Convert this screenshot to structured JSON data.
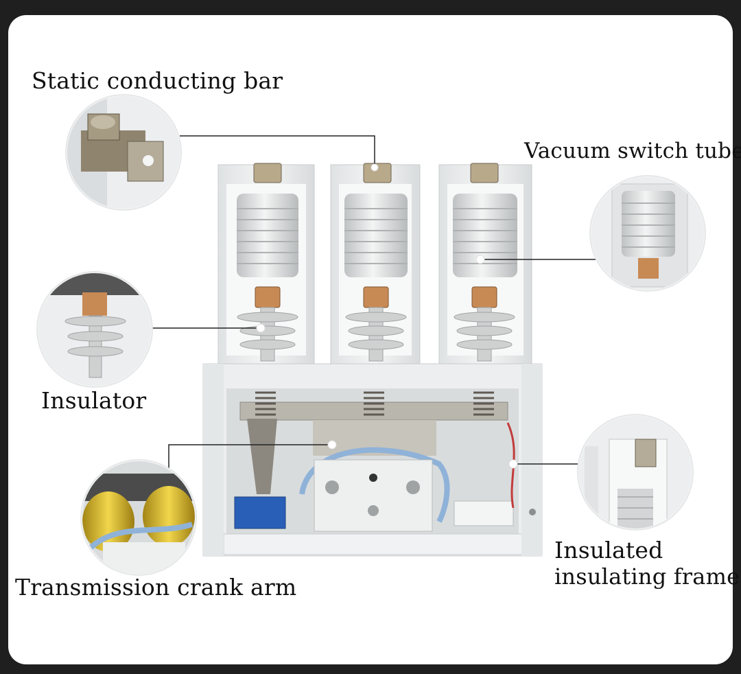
{
  "labels": {
    "static_conducting_bar": "Static conducting bar",
    "vacuum_switch_tube": "Vacuum switch tube",
    "insulator": "Insulator",
    "insulated_frame_line1": "Insulated",
    "insulated_frame_line2": "insulating frame",
    "transmission_crank_arm": "Transmission crank arm"
  },
  "colors": {
    "background": "#1f1f1f",
    "card": "#ffffff",
    "frame": "#e9ebec",
    "insulator": "#cfd1d1",
    "coil": "#e2c237",
    "copper": "#c88a55",
    "relay_blue": "#2a5fb8"
  }
}
